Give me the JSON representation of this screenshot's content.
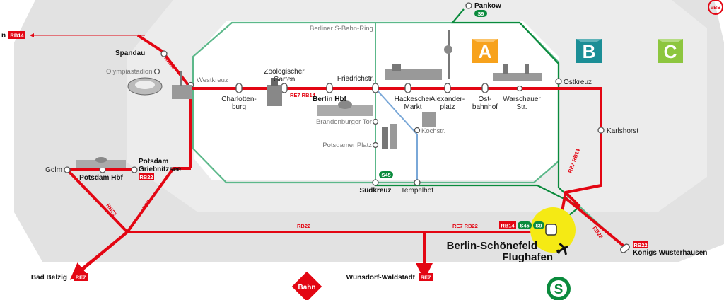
{
  "zones": [
    {
      "letter": "A",
      "color": "#f7a21c"
    },
    {
      "letter": "B",
      "color": "#1b8e96"
    },
    {
      "letter": "C",
      "color": "#8dc63f"
    }
  ],
  "ring_label": "Berliner S-Bahn-Ring",
  "stations": {
    "spandau": "Spandau",
    "olympiastadion": "Olympiastadion",
    "westkreuz": "Westkreuz",
    "charlottenburg_1": "Charlotten-",
    "charlottenburg_2": "burg",
    "zoo_1": "Zoologischer",
    "zoo_2": "Garten",
    "hbf": "Berlin Hbf",
    "friedrichstr": "Friedrichstr.",
    "hackescher_1": "Hackescher",
    "hackescher_2": "Markt",
    "alex_1": "Alexander-",
    "alex_2": "platz",
    "ostbahnhof_1": "Ost-",
    "ostbahnhof_2": "bahnhof",
    "warschauer_1": "Warschauer",
    "warschauer_2": "Str.",
    "ostkreuz": "Ostkreuz",
    "pankow": "Pankow",
    "karlshorst": "Karlshorst",
    "brandenburger": "Brandenburger Tor",
    "kochstr": "Kochstr.",
    "potsdamer": "Potsdamer Platz",
    "suedkreuz": "Südkreuz",
    "tempelhof": "Tempelhof",
    "golm": "Golm",
    "potsdam_hbf": "Potsdam Hbf",
    "griebnitz_1": "Potsdam",
    "griebnitz_2": "Griebnitzsee",
    "bad_belzig": "Bad Belzig",
    "wuensdorf": "Wünsdorf-Waldstadt",
    "airport_1": "Berlin-Schönefeld",
    "airport_2": "Flughafen",
    "koenigs": "Königs Wusterhausen",
    "nauen_fragment": "n"
  },
  "line_badges": {
    "rb14": "RB14",
    "rb22": "RB22",
    "re7": "RE7",
    "s9": "S9",
    "s45": "S45"
  },
  "line_labels": {
    "rb14_spandau": "RB14",
    "re7_rb14_center": "RE7 RB14",
    "re7_rb14_east": "RE7 RB14",
    "rb22_west": "RB22",
    "re7_west": "RE7",
    "rb22_south": "RB22",
    "re7_rb22_south": "RE7 RB22",
    "rb22_east": "RB22"
  },
  "logos": {
    "bahn": "Bahn",
    "sbahn": "S",
    "vbb": "VBB"
  },
  "colors": {
    "regional": "#e30613",
    "sbahn_ring": "#5cb88a",
    "sbahn_dark": "#0a8a3c",
    "north_south": "#7aa8d8",
    "zone_b_bg": "#ebebeb",
    "zone_a_bg": "#ffffff",
    "zone_c_bg": "#e0e0e0",
    "airport_highlight": "#f5ea14"
  }
}
